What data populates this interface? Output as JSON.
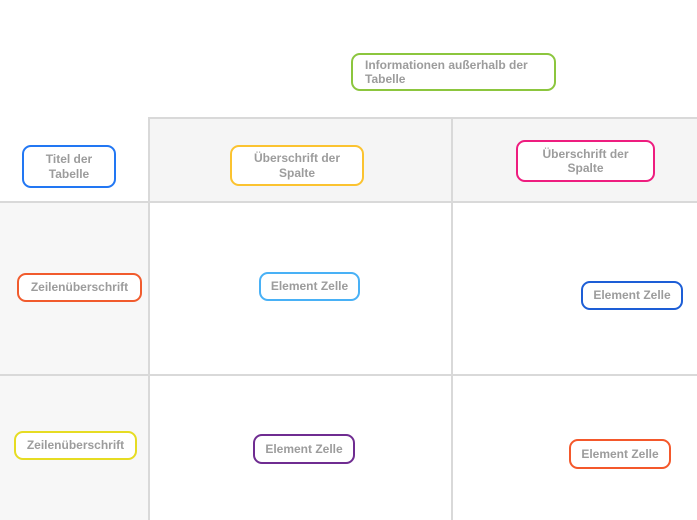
{
  "diagram": {
    "outside_info": {
      "text": "Informationen außerhalb der Tabelle",
      "border_color": "#8cc63e"
    },
    "table_title": {
      "text": "Titel der Tabelle",
      "border_color": "#2277f3"
    },
    "column_headers": [
      {
        "text": "Überschrift der Spalte",
        "border_color": "#fbc330"
      },
      {
        "text": "Überschrift der Spalte",
        "border_color": "#ee1d7f"
      }
    ],
    "rows": [
      {
        "row_header": {
          "text": "Zeilenüberschrift",
          "border_color": "#f15b2d"
        },
        "cells": [
          {
            "text": "Element Zelle",
            "border_color": "#49b1f6"
          },
          {
            "text": "Element Zelle",
            "border_color": "#1d5ed6"
          }
        ]
      },
      {
        "row_header": {
          "text": "Zeilenüberschrift",
          "border_color": "#e6dc23"
        },
        "cells": [
          {
            "text": "Element Zelle",
            "border_color": "#6f2c91"
          },
          {
            "text": "Element Zelle",
            "border_color": "#f4582b"
          }
        ]
      }
    ],
    "colors": {
      "grid_line": "#d9d9d9",
      "header_row_bg": "#f5f5f5",
      "row_header_col_bg": "#f7f7f7",
      "label_text": "#9c9c9c",
      "page_bg": "#ffffff",
      "chip_bg": "#ffffff"
    }
  }
}
